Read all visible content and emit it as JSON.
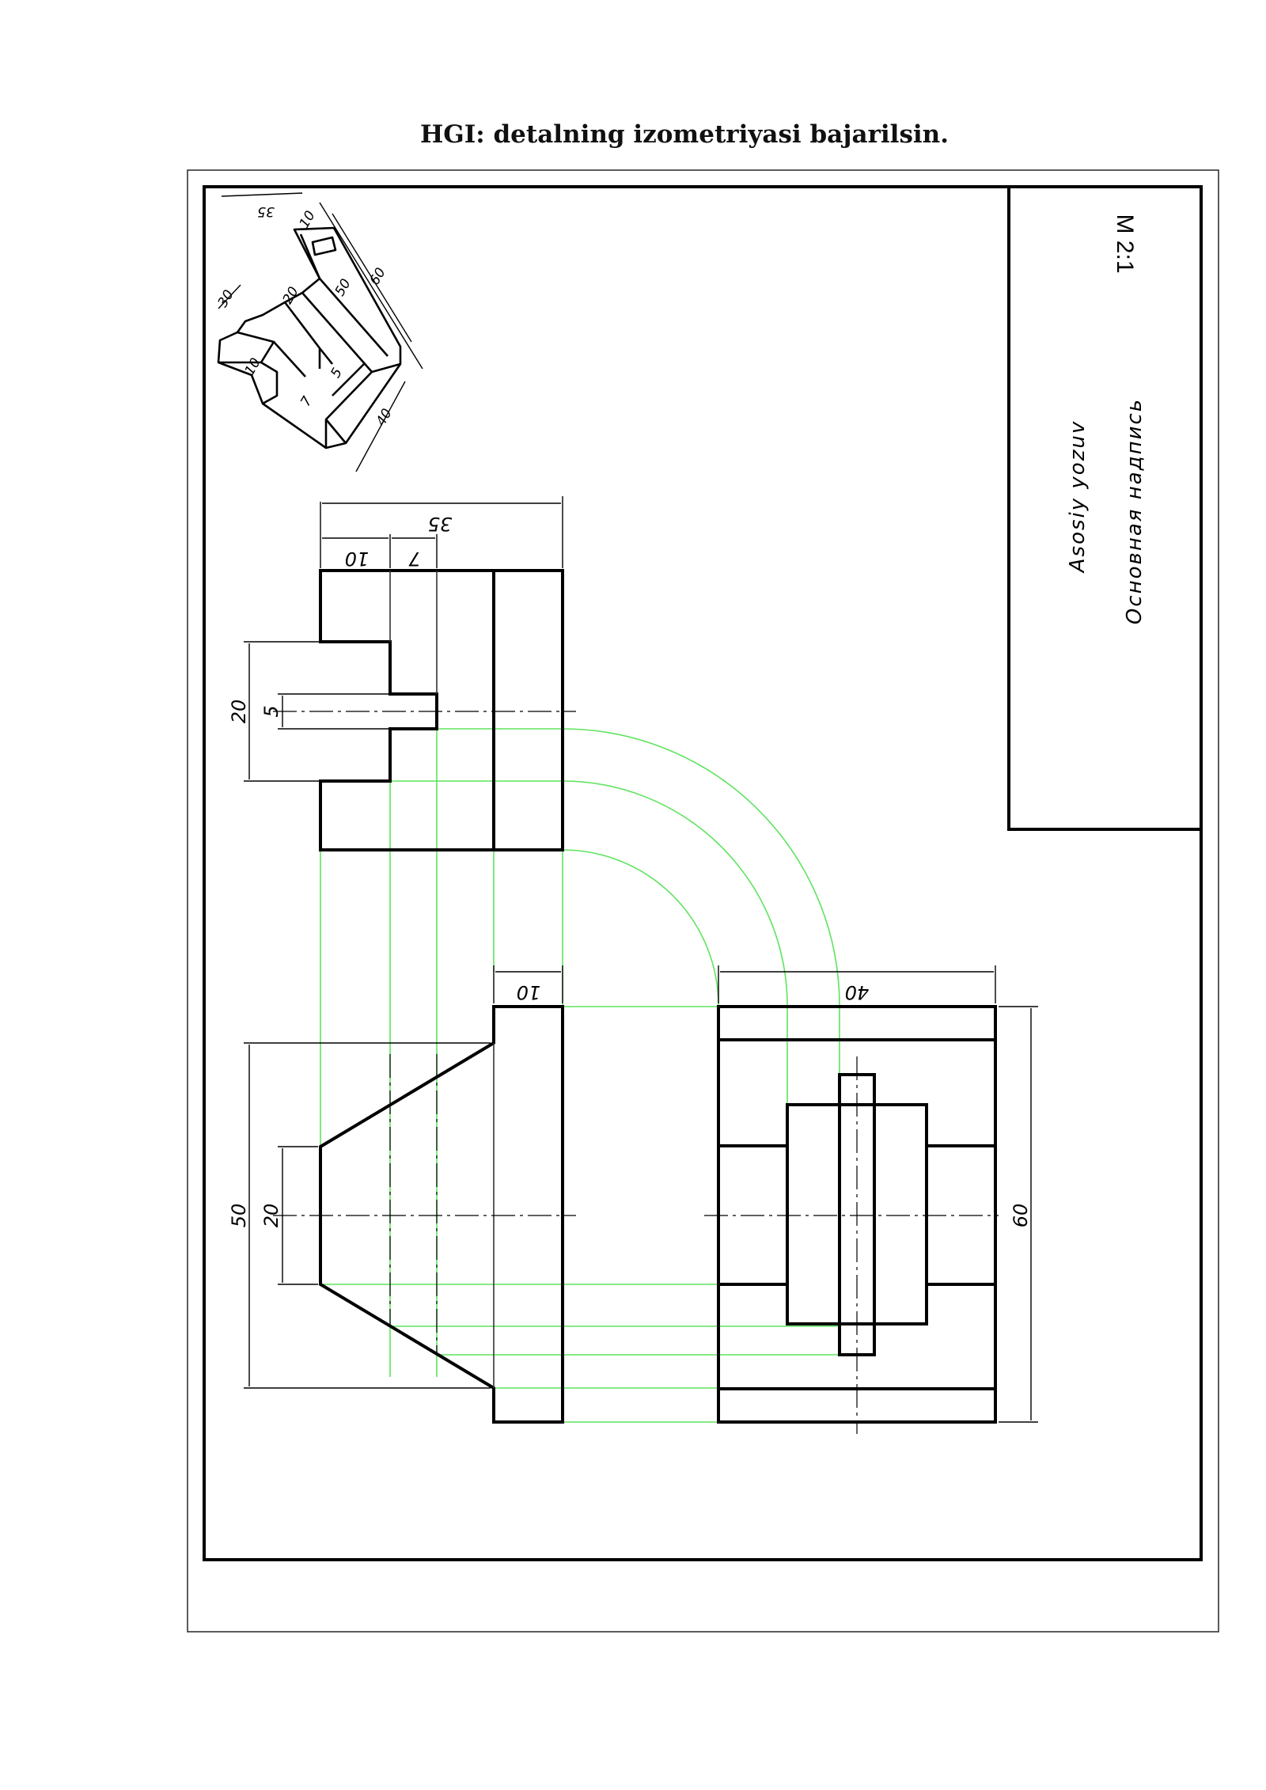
{
  "title": "HGI: detalning izometriyasi bajarilsin.",
  "title_block": {
    "scale": "M 2:1",
    "label_latin": "Asosiy yozuv",
    "label_cyrillic": "Основная надпись"
  },
  "dimensions": {
    "side_view": {
      "overall": "35",
      "step": "10",
      "slot_depth": "7",
      "slot_opening": "20",
      "slot_width": "5"
    },
    "front_view": {
      "flange": "10",
      "height": "50",
      "top_width": "20"
    },
    "plan_view": {
      "width": "40",
      "length": "60"
    },
    "isometric": {
      "a": "35",
      "b": "10",
      "c": "20",
      "d": "50",
      "e": "60",
      "f": "30",
      "g": "10",
      "h": "5",
      "i": "7",
      "j": "40"
    }
  },
  "colors": {
    "projection_lines": "#5fe35f",
    "lines": "#000000"
  }
}
